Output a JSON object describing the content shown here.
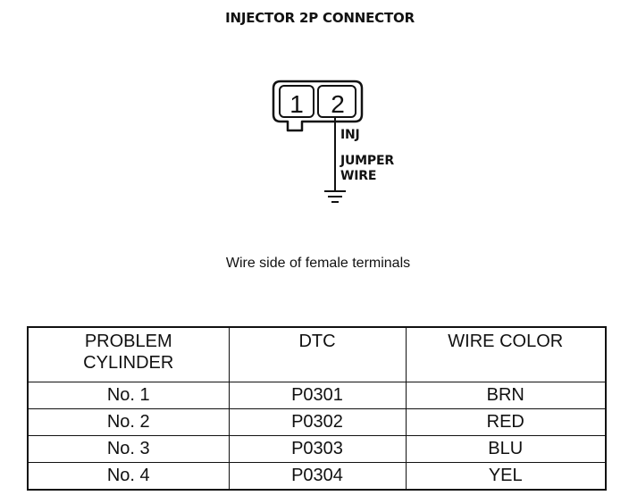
{
  "title": "INJECTOR 2P CONNECTOR",
  "connector": {
    "pin1": "1",
    "pin2": "2"
  },
  "labels": {
    "inj": "INJ",
    "jumper_line1": "JUMPER",
    "jumper_line2": "WIRE"
  },
  "caption": "Wire side of female terminals",
  "table": {
    "headers": {
      "col1_line1": "PROBLEM",
      "col1_line2": "CYLINDER",
      "col2": "DTC",
      "col3": "WIRE COLOR"
    },
    "rows": [
      {
        "cylinder": "No. 1",
        "dtc": "P0301",
        "color": "BRN"
      },
      {
        "cylinder": "No. 2",
        "dtc": "P0302",
        "color": "RED"
      },
      {
        "cylinder": "No. 3",
        "dtc": "P0303",
        "color": "BLU"
      },
      {
        "cylinder": "No. 4",
        "dtc": "P0304",
        "color": "YEL"
      }
    ]
  }
}
